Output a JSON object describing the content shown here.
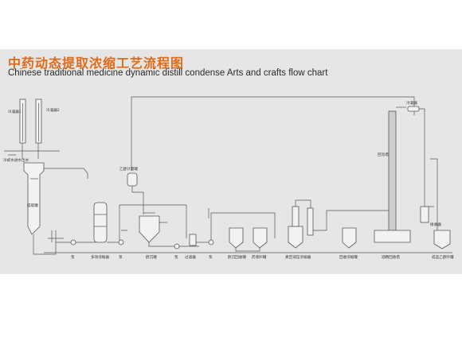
{
  "title_cn": "中药动态提取浓缩工艺流程图",
  "title_en": "Chinese traditional medicine dynamic distill condense Arts and crafts flow chart",
  "colors": {
    "title": "#e06a16",
    "panel": "#e6e6e6",
    "line": "#555555"
  },
  "labels": {
    "condenser1": "冷凝器1",
    "condenser2": "冷凝器2",
    "cooling_water": "冷却水进水出水",
    "extraction_tank": "提取罐",
    "ethanol_meter": "乙醇计量罐",
    "pump_1": "泵",
    "multi_concentrator": "多效浓缩器",
    "pump_2": "泵",
    "alcohol_tank": "醇沉罐",
    "pump_3": "泵",
    "filter": "过滤器",
    "pump_4": "泵",
    "return_storage": "醇沉回收罐",
    "liquor_storage": "药液贮罐",
    "vacuum_concentrator": "真空减压浓缩器",
    "recovery_storage": "回收浓缩罐",
    "recovery_tower": "酒精回收塔",
    "tower_condenser": "冷凝器",
    "tower_label": "回流塔",
    "receiver": "接收器",
    "product_tank": "成品乙醇贮罐"
  }
}
